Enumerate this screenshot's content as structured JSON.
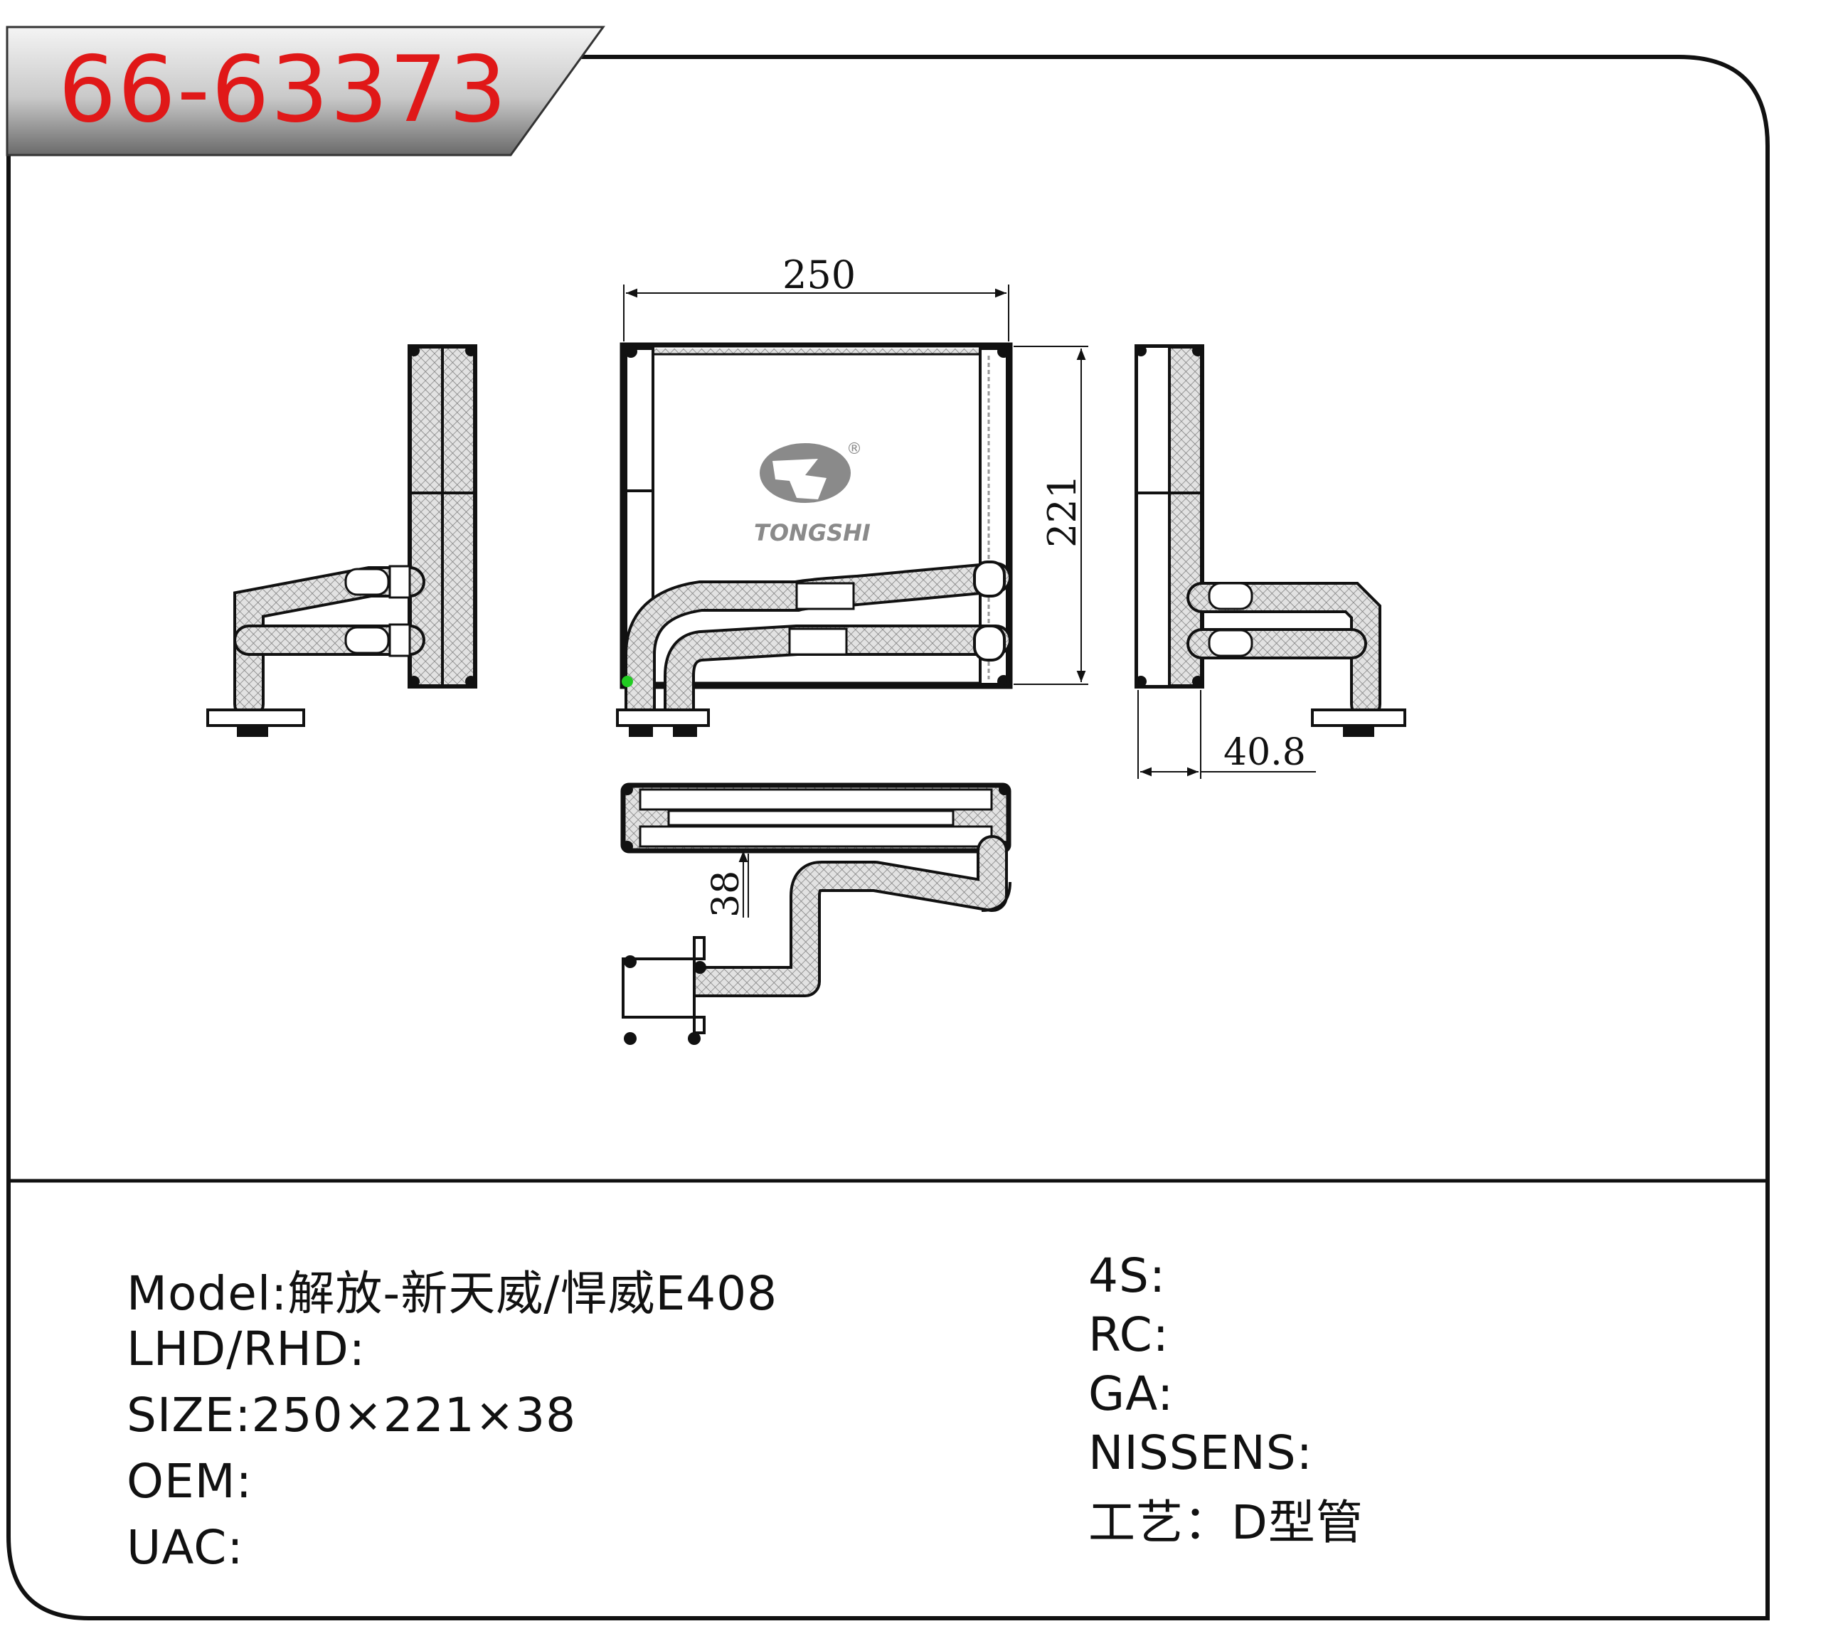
{
  "part_number": "66-63373",
  "logo": {
    "brand": "TONGSHI",
    "registered": "®"
  },
  "dimensions": {
    "width": "250",
    "height": "221",
    "depth_side": "40.8",
    "depth_top": "38"
  },
  "specs_left": [
    {
      "label": "Model",
      "sep": ":",
      "value": "解放-新天威/悍威E408"
    },
    {
      "label": "LHD/RHD",
      "sep": ":",
      "value": ""
    },
    {
      "label": "SIZE",
      "sep": ":",
      "value": "250×221×38"
    },
    {
      "label": "OEM",
      "sep": ":",
      "value": ""
    },
    {
      "label": "UAC",
      "sep": ":",
      "value": ""
    }
  ],
  "specs_right": [
    {
      "label": "4S",
      "sep": ":",
      "value": ""
    },
    {
      "label": "RC",
      "sep": ":",
      "value": ""
    },
    {
      "label": "GA",
      "sep": ":",
      "value": ""
    },
    {
      "label": "NISSENS",
      "sep": ":",
      "value": ""
    },
    {
      "label": "工艺",
      "sep": "：",
      "value": "D型管"
    }
  ],
  "colors": {
    "title_text": "#e01818",
    "frame": "#111111",
    "core_fill": "#d9d9d9",
    "tube_fill": "#cfcfcf",
    "logo_grey": "#8a8a8a",
    "marker": "#22cc22"
  }
}
